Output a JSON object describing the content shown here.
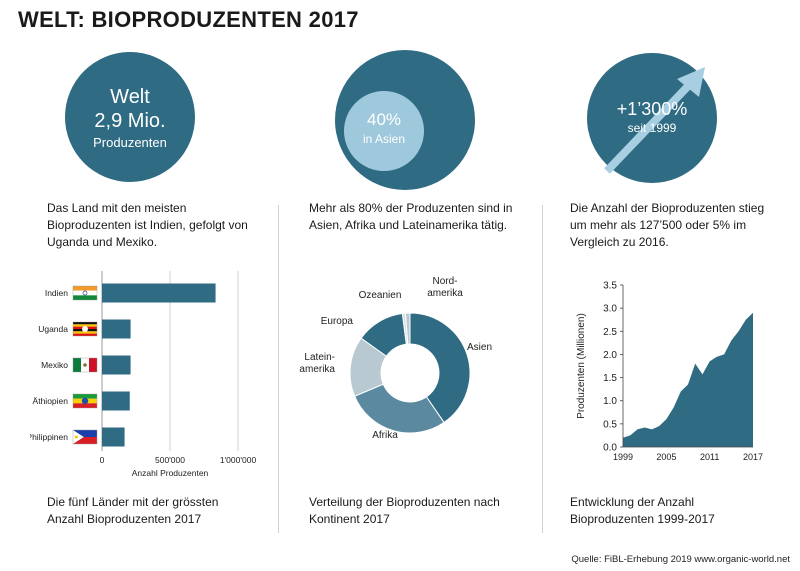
{
  "title": "WELT: BIOPRODUZENTEN 2017",
  "panels": [
    {
      "circle_lines": [
        "Welt",
        "2,9 Mio.",
        "Produzenten"
      ],
      "description": "Das Land mit den meisten Bioproduzenten ist Indien, gefolgt von Uganda und Mexiko.",
      "footer": "Die fünf Länder mit der grössten Anzahl Bioproduzenten 2017"
    },
    {
      "circle_lines": [
        "40%",
        "in Asien"
      ],
      "description": "Mehr als 80% der Produzenten sind in Asien, Afrika und Lateinamerika tätig.",
      "footer": "Verteilung der Bioproduzenten nach Kontinent 2017"
    },
    {
      "circle_lines": [
        "+1’300%",
        "seit 1999"
      ],
      "description": "Die Anzahl der Bioproduzenten stieg um mehr als 127’500 oder 5% im Vergleich zu 2016.",
      "footer": "Entwicklung der Anzahl Bioproduzenten 1999-2017"
    }
  ],
  "source": "Quelle: FiBL-Erhebung 2019 www.organic-world.net",
  "colors": {
    "dark": "#2f6b83",
    "light_circle": "#9ec8dc",
    "medium": "#5b8aa0",
    "pale": "#b9c9d1",
    "palest": "#d6dfe4"
  },
  "chart_data": [
    {
      "type": "bar",
      "orientation": "horizontal",
      "categories": [
        "Indien",
        "Uganda",
        "Mexiko",
        "Äthiopien",
        "Philippinen"
      ],
      "values": [
        835000,
        210000,
        210000,
        204000,
        166000
      ],
      "xlabel": "Anzahl Produzenten",
      "xlim": [
        0,
        1000000
      ],
      "xticks": [
        0,
        500000,
        1000000
      ],
      "xtick_labels": [
        "0",
        "500'000",
        "1'000'000"
      ],
      "grid": true
    },
    {
      "type": "pie",
      "donut": true,
      "labels": [
        "Asien",
        "Afrika",
        "Lateinamerika",
        "Europa",
        "Ozeanien",
        "Nordamerika"
      ],
      "display_labels": [
        "Asien",
        "Afrika",
        "Latein-\namerika",
        "Europa",
        "Ozeanien",
        "Nord-\namerika"
      ],
      "values": [
        40,
        28,
        16,
        13,
        0.8,
        1.2
      ]
    },
    {
      "type": "area",
      "x": [
        1999,
        2000,
        2001,
        2002,
        2003,
        2004,
        2005,
        2006,
        2007,
        2008,
        2009,
        2010,
        2011,
        2012,
        2013,
        2014,
        2015,
        2016,
        2017
      ],
      "y": [
        0.2,
        0.25,
        0.38,
        0.42,
        0.38,
        0.45,
        0.6,
        0.85,
        1.2,
        1.35,
        1.8,
        1.57,
        1.85,
        1.95,
        2.0,
        2.3,
        2.5,
        2.75,
        2.9
      ],
      "ylabel": "Produzenten (Millionen)",
      "ylim": [
        0,
        3.5
      ],
      "yticks": [
        0.0,
        0.5,
        1.0,
        1.5,
        2.0,
        2.5,
        3.0,
        3.5
      ],
      "ytick_labels": [
        "0.0",
        "0.5",
        "1.0",
        "1.5",
        "2.0",
        "2.5",
        "3.0",
        "3.5"
      ],
      "xtick_labels": [
        "1999",
        "2005",
        "2011",
        "2017"
      ],
      "xticks": [
        1999,
        2005,
        2011,
        2017
      ]
    }
  ]
}
